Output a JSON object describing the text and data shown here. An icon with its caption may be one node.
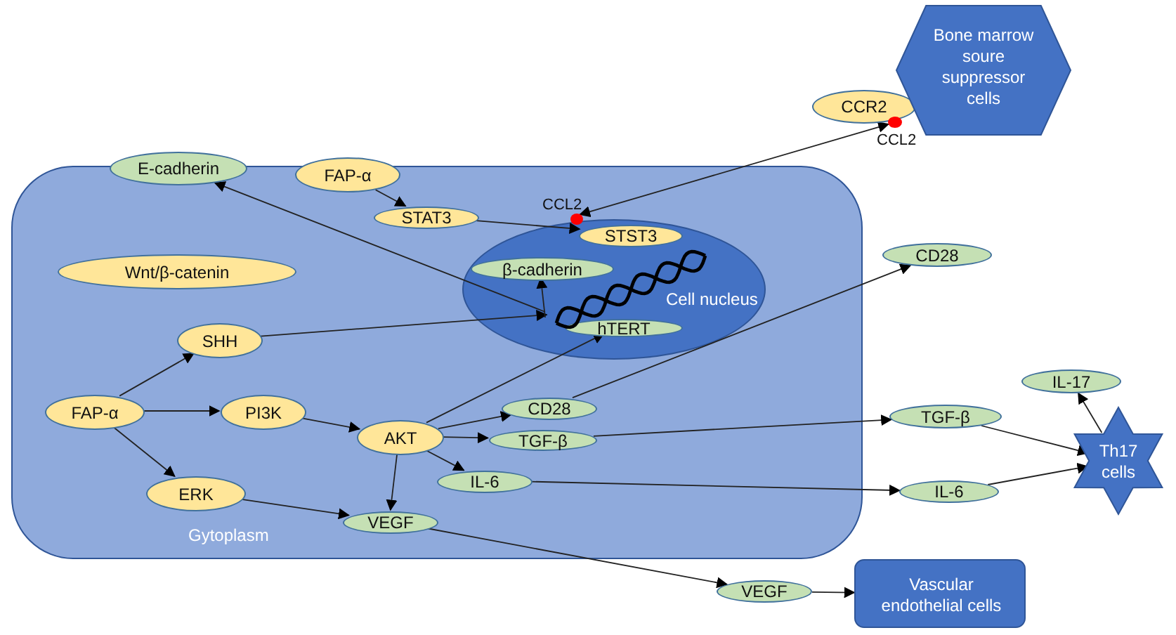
{
  "diagram": {
    "nodes": [
      {
        "text": [
          "Gytoplasm"
        ]
      },
      {
        "text": [
          "Cell nucleus"
        ],
        "in": 0
      },
      {
        "text": [
          "E-cadherin"
        ]
      },
      {
        "text": [
          "FAP-α"
        ]
      },
      {
        "text": [
          "STAT3"
        ],
        "in": 0
      },
      {
        "text": [
          "Wnt/β-catenin"
        ],
        "in": 0
      },
      {
        "text": [
          "SHH"
        ],
        "in": 0
      },
      {
        "text": [
          "FAP-α"
        ],
        "in": 0
      },
      {
        "text": [
          "PI3K"
        ],
        "in": 0
      },
      {
        "text": [
          "AKT"
        ],
        "in": 0
      },
      {
        "text": [
          "ERK"
        ],
        "in": 0
      },
      {
        "text": [
          "CD28"
        ],
        "in": 0
      },
      {
        "text": [
          "TGF-β"
        ],
        "in": 0
      },
      {
        "text": [
          "IL-6"
        ],
        "in": 0
      },
      {
        "text": [
          "VEGF"
        ],
        "in": 0
      },
      {
        "text": [
          "STST3"
        ],
        "in": 1
      },
      {
        "text": [
          "β-cadherin"
        ],
        "in": 1
      },
      {
        "text": [
          "hTERT"
        ],
        "in": 1
      },
      {
        "text": [],
        "shape": "circle",
        "beside": [
          "CCL2"
        ],
        "in": 1
      },
      {
        "text": [
          "CCR2"
        ]
      },
      {
        "text": [],
        "shape": "circle",
        "beside": [
          "CCL2"
        ]
      },
      {
        "text": [
          "Bone marrow soure suppressor cells"
        ]
      },
      {
        "text": [
          "CD28"
        ]
      },
      {
        "text": [
          "TGF-β"
        ]
      },
      {
        "text": [
          "IL-6"
        ]
      },
      {
        "text": [
          "IL-17"
        ]
      },
      {
        "text": [
          "Th17 cells"
        ]
      },
      {
        "text": [
          "VEGF"
        ]
      },
      {
        "text": [
          "Vascular endothelial cells"
        ]
      },
      {
        "text": [],
        "shape": "picture",
        "in": 1
      }
    ],
    "edges": [
      {
        "from": 3,
        "to": 4,
        "arrow": "to"
      },
      {
        "from": 4,
        "to": 15,
        "arrow": "to"
      },
      {
        "from": 29,
        "to": 2,
        "arrow": "to"
      },
      {
        "from": 6,
        "to": 29,
        "arrow": "to"
      },
      {
        "from": 29,
        "to": 16,
        "arrow": "to"
      },
      {
        "from": 9,
        "to": 17,
        "arrow": "to"
      },
      {
        "from": 7,
        "to": 6,
        "arrow": "to"
      },
      {
        "from": 7,
        "to": 8,
        "arrow": "to"
      },
      {
        "from": 7,
        "to": 10,
        "arrow": "to"
      },
      {
        "from": 8,
        "to": 9,
        "arrow": "to"
      },
      {
        "from": 9,
        "to": 11,
        "arrow": "to"
      },
      {
        "from": 9,
        "to": 12,
        "arrow": "to"
      },
      {
        "from": 9,
        "to": 13,
        "arrow": "to"
      },
      {
        "from": 9,
        "to": 14,
        "arrow": "to"
      },
      {
        "from": 10,
        "to": 14,
        "arrow": "to"
      },
      {
        "from": 11,
        "to": 22,
        "arrow": "to"
      },
      {
        "from": 12,
        "to": 23,
        "arrow": "to"
      },
      {
        "from": 13,
        "to": 24,
        "arrow": "to"
      },
      {
        "from": 14,
        "to": 27,
        "arrow": "to"
      },
      {
        "from": 27,
        "to": 28,
        "arrow": "to"
      },
      {
        "from": 23,
        "to": 26,
        "arrow": "to"
      },
      {
        "from": 24,
        "to": 26,
        "arrow": "to"
      },
      {
        "from": 26,
        "to": 25,
        "arrow": "to"
      },
      {
        "from": 18,
        "to": 20,
        "arrow": "both"
      }
    ]
  }
}
